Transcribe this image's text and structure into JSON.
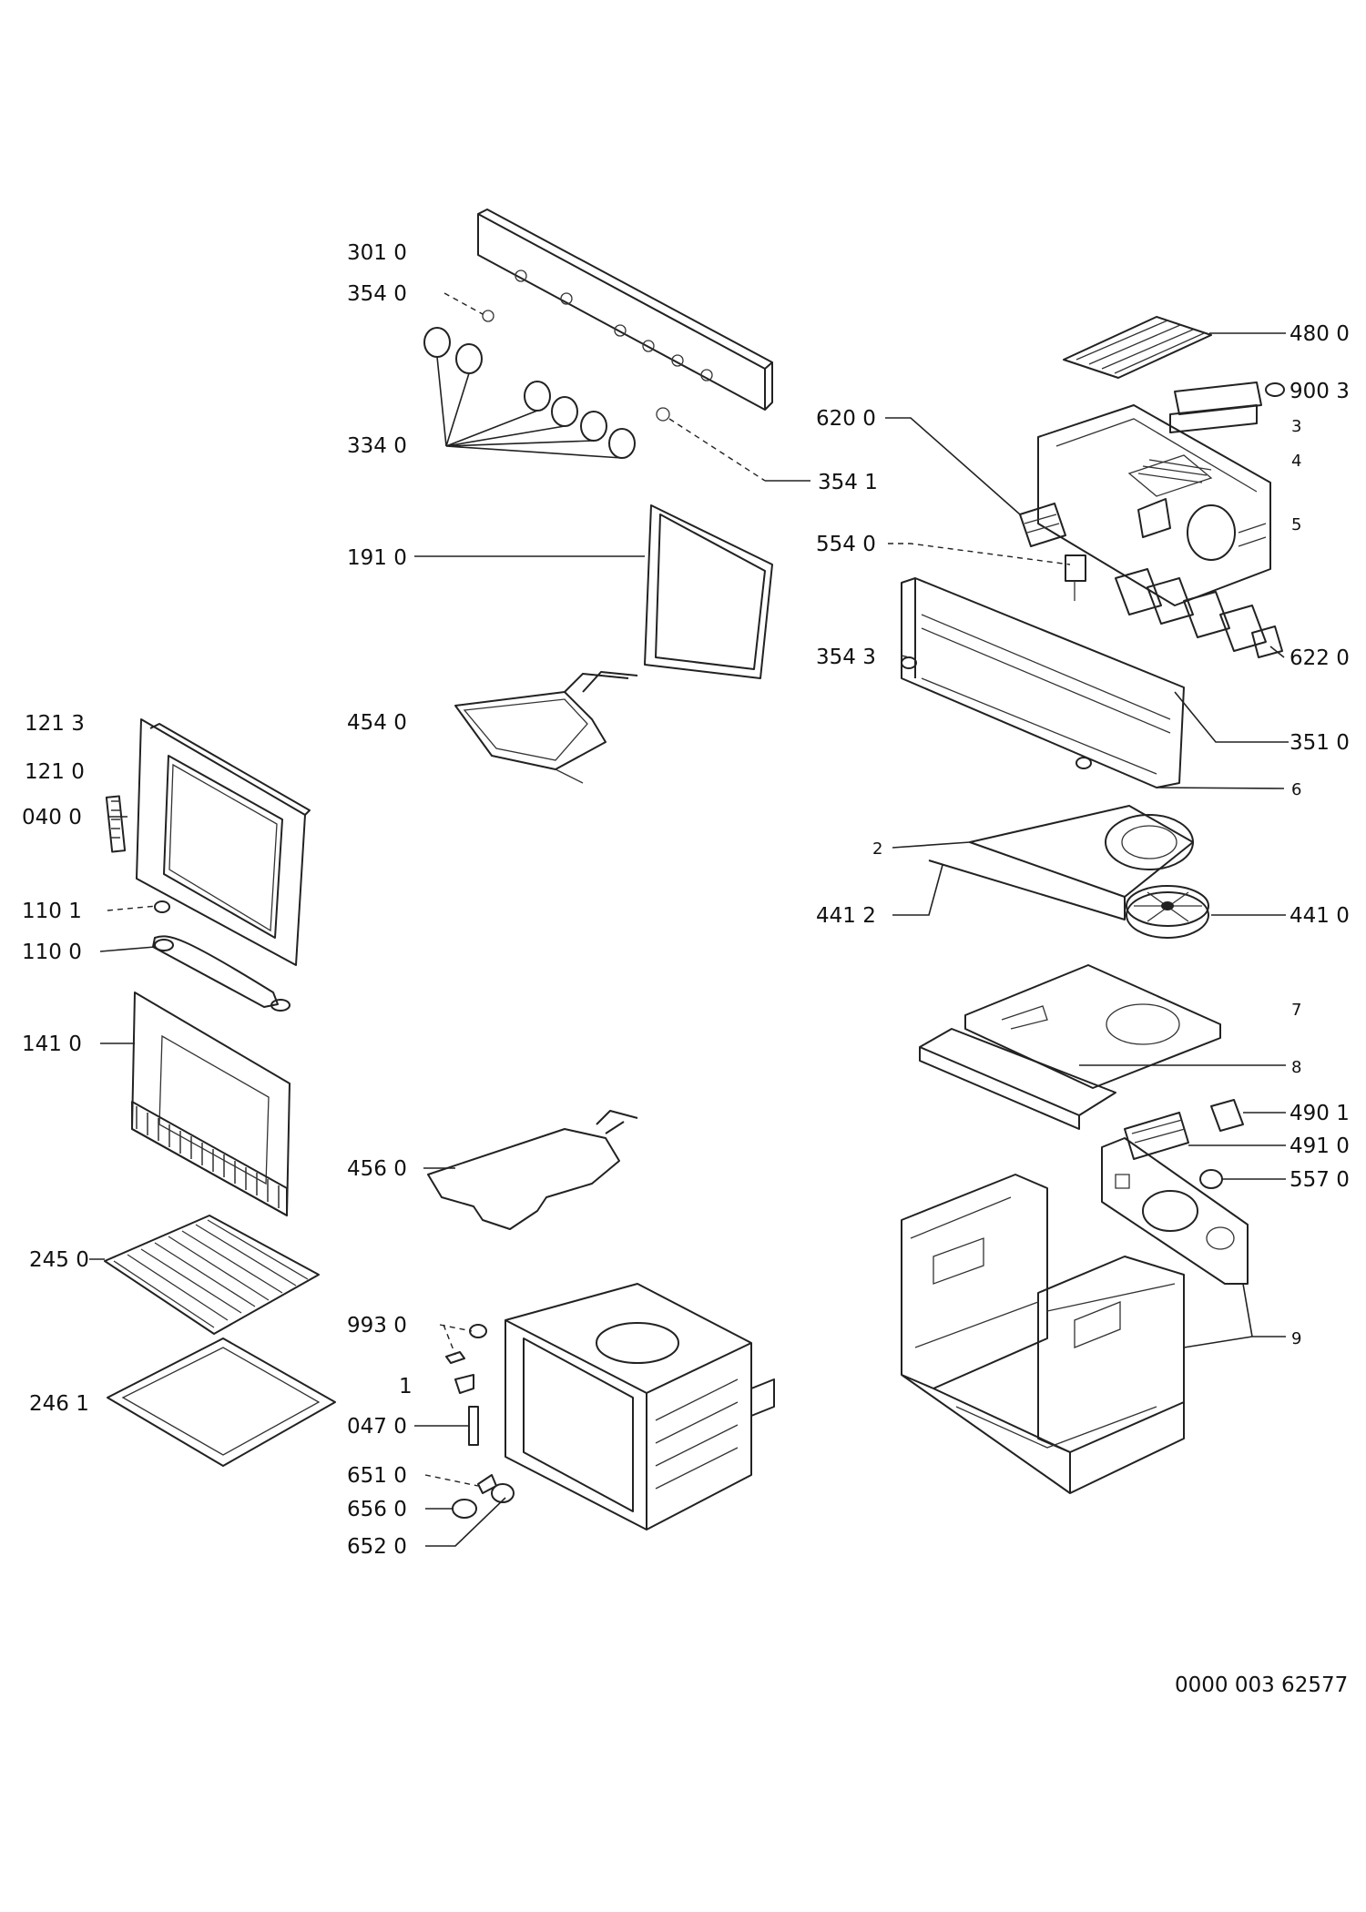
{
  "diagram": {
    "part_labels": {
      "p3010": "301 0",
      "p3540": "354 0",
      "p3340": "334 0",
      "p3541": "354 1",
      "p1910": "191 0",
      "p4540": "454 0",
      "p1213": "121 3",
      "p1210": "121 0",
      "p0400": "040 0",
      "p1101": "110 1",
      "p1100": "110 0",
      "p1410": "141 0",
      "p4560": "456 0",
      "p2450": "245 0",
      "p2461": "246 1",
      "p9930": "993 0",
      "p1": "1",
      "p0470": "047 0",
      "p6510": "651 0",
      "p6560": "656 0",
      "p6520": "652 0",
      "p4800": "480 0",
      "p9003": "900 3",
      "p6200": "620 0",
      "p3": "3",
      "p4": "4",
      "p5": "5",
      "p5540": "554 0",
      "p3543": "354 3",
      "p6220": "622 0",
      "p3510": "351 0",
      "p6": "6",
      "p2": "2",
      "p4412": "441 2",
      "p4410": "441 0",
      "p7": "7",
      "p8": "8",
      "p4901": "490 1",
      "p4910": "491 0",
      "p5570": "557 0",
      "p9": "9"
    },
    "document_number": "0000 003 62577"
  }
}
